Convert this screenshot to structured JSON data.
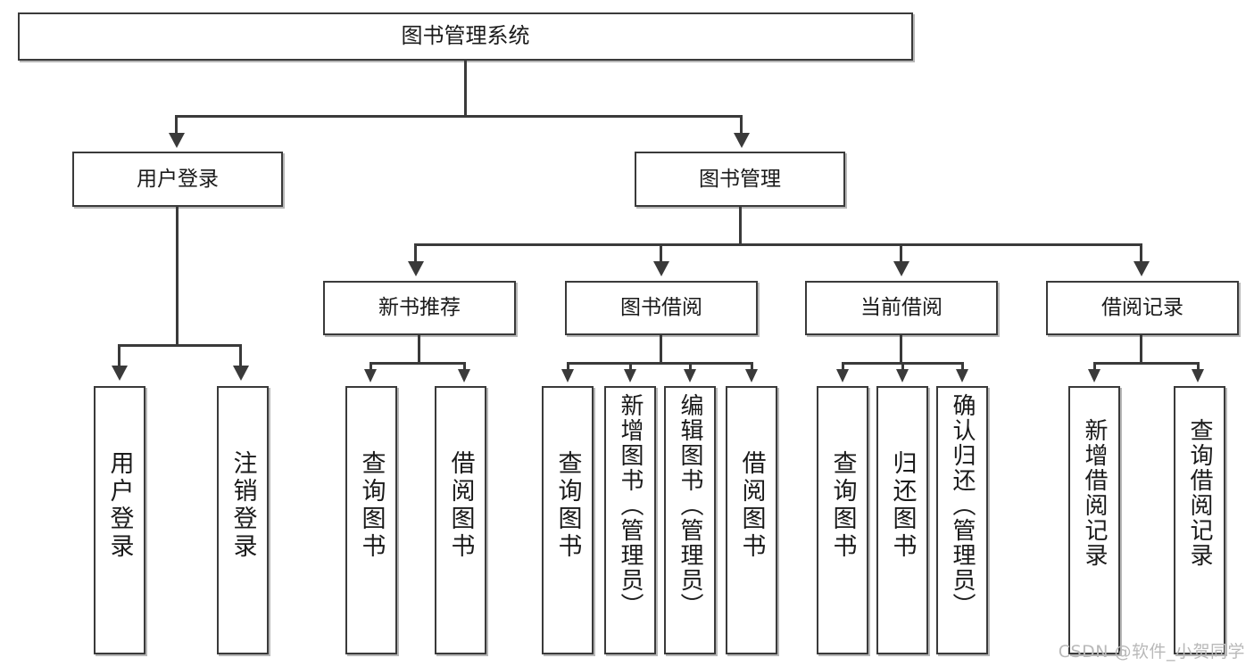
{
  "diagram": {
    "type": "tree",
    "title": "图书管理系统",
    "root": {
      "id": "root",
      "label": "图书管理系统"
    },
    "level2": [
      {
        "id": "user-login",
        "label": "用户登录"
      },
      {
        "id": "book-manage",
        "label": "图书管理"
      }
    ],
    "level3": [
      {
        "id": "new-book-recommend",
        "label": "新书推荐",
        "parent": "book-manage"
      },
      {
        "id": "book-borrow",
        "label": "图书借阅",
        "parent": "book-manage"
      },
      {
        "id": "current-borrow",
        "label": "当前借阅",
        "parent": "book-manage"
      },
      {
        "id": "borrow-record",
        "label": "借阅记录",
        "parent": "book-manage"
      }
    ],
    "leaves": {
      "user_login": [
        {
          "id": "leaf-user-login",
          "label": "用户登录"
        },
        {
          "id": "leaf-user-logout",
          "label": "注销登录"
        }
      ],
      "new_book_recommend": [
        {
          "id": "leaf-query-book-1",
          "label": "查询图书"
        },
        {
          "id": "leaf-borrow-book-1",
          "label": "借阅图书"
        }
      ],
      "book_borrow": [
        {
          "id": "leaf-query-book-2",
          "label": "查询图书"
        },
        {
          "id": "leaf-add-book",
          "label": "新增图书（管理员）"
        },
        {
          "id": "leaf-edit-book",
          "label": "编辑图书（管理员）"
        },
        {
          "id": "leaf-borrow-book-2",
          "label": "借阅图书"
        }
      ],
      "current_borrow": [
        {
          "id": "leaf-query-book-3",
          "label": "查询图书"
        },
        {
          "id": "leaf-return-book",
          "label": "归还图书"
        },
        {
          "id": "leaf-confirm-return",
          "label": "确认归还（管理员）"
        }
      ],
      "borrow_record": [
        {
          "id": "leaf-add-record",
          "label": "新增借阅记录"
        },
        {
          "id": "leaf-query-record",
          "label": "查询借阅记录"
        }
      ]
    }
  },
  "watermark": {
    "text": "CSDN @软件_小贺同学"
  },
  "colors": {
    "box_border": "#3a3a3a",
    "box_fill": "#ffffff",
    "connector": "#3a3a3a",
    "text": "#1a1a1a",
    "watermark": "#b9b9b9",
    "background": "#ffffff"
  }
}
